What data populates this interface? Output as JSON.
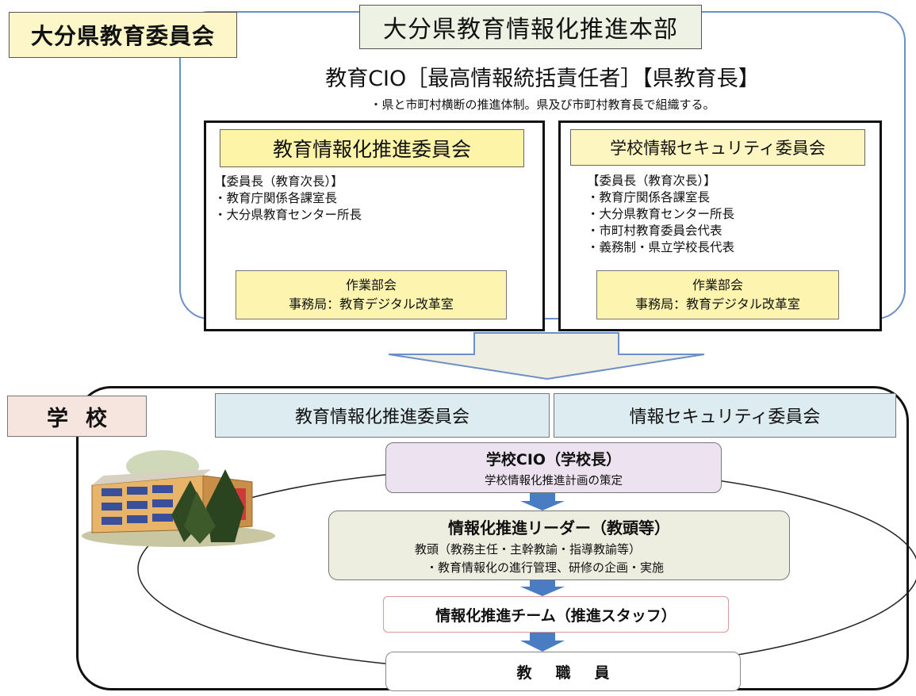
{
  "prefecture": {
    "label": "大分県教育委員会",
    "headquarters_title": "大分県教育情報化推進本部",
    "cio_line": "教育CIO［最高情報統括責任者］【県教育長】",
    "note": "・県と市町村横断の推進体制。県及び市町村教育長で組織する。",
    "committees": [
      {
        "title": "教育情報化推進委員会",
        "members": [
          "【委員長（教育次長）】",
          "・教育庁関係各課室長",
          "・大分県教育センター所長"
        ],
        "work_group": "作業部会",
        "secretariat": "事務局：教育デジタル改革室"
      },
      {
        "title": "学校情報セキュリティ委員会",
        "members": [
          "【委員長（教育次長）】",
          "・教育庁関係各課室長",
          "・大分県教育センター所長",
          "・市町村教育委員会代表",
          "・義務制・県立学校長代表"
        ],
        "work_group": "作業部会",
        "secretariat": "事務局：教育デジタル改革室"
      }
    ]
  },
  "school": {
    "label": "学校",
    "committees": [
      "教育情報化推進委員会",
      "情報セキュリティ委員会"
    ],
    "cio": {
      "title": "学校CIO（学校長）",
      "desc": "学校情報化推進計画の策定"
    },
    "leader": {
      "title": "情報化推進リーダー（教頭等）",
      "line1": "教頭（教務主任・主幹教諭・指導教諭等）",
      "line2": "・教育情報化の進行管理、研修の企画・実施"
    },
    "team": "情報化推進チーム（推進スタッフ）",
    "staff": "教職員"
  },
  "colors": {
    "hq_frame": "#6c8fc7",
    "yellow_fill": "#fdf4a8",
    "school_committee_fill": "#dcecf1",
    "cio_fill": "#ece2f0",
    "arrow_blue": "#4a7cc4",
    "big_arrow_fill": "#eeeee2"
  },
  "icons": [
    "school-building-icon",
    "big-down-arrow-icon",
    "down-arrow-icon"
  ]
}
